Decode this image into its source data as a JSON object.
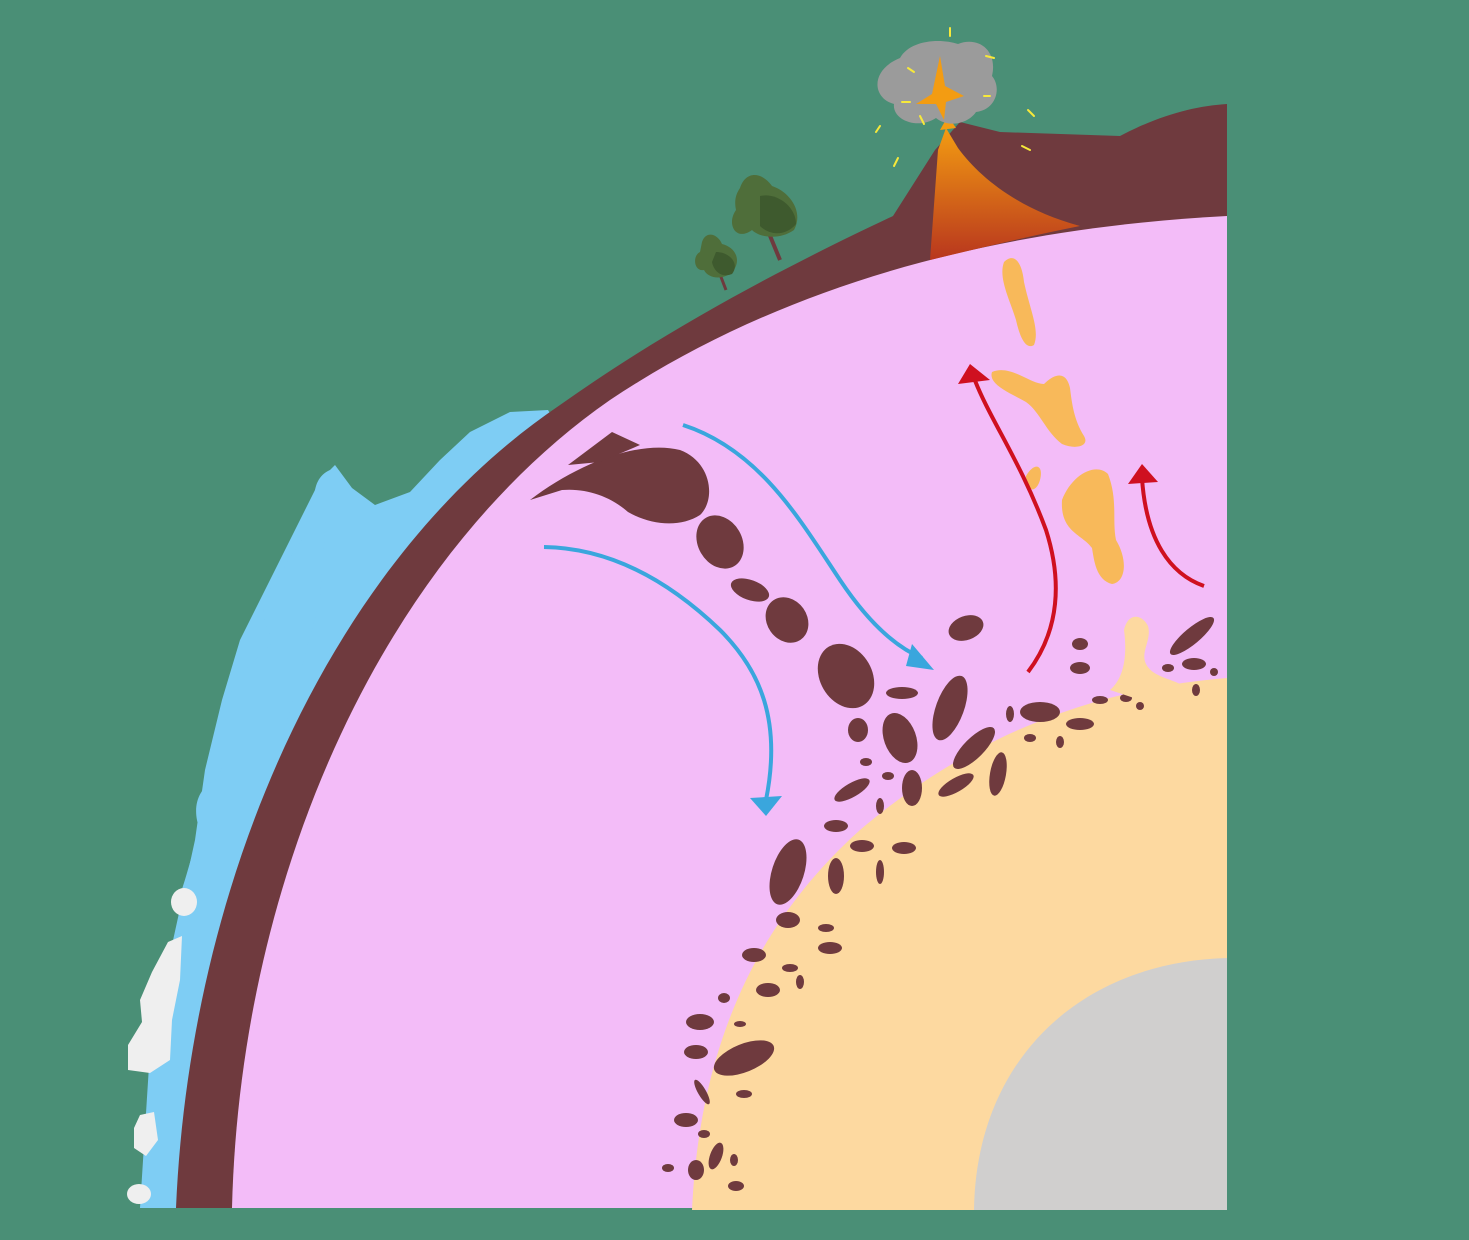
{
  "diagram": {
    "colors": {
      "background": "#4A8F76",
      "ocean": "#7ECDF4",
      "ice": "#EFEFEF",
      "crust": "#6F3A3E",
      "mantle": "#F3BCF8",
      "outer_core": "#FDD9A0",
      "inner_core": "#D0CFCE",
      "plume": "#F8B95A",
      "tree": "#4F6E3A",
      "tree_dark": "#3E5A2E",
      "trunk": "#6F3A3E",
      "lava_top": "#F39C12",
      "lava_bottom": "#B8361E",
      "ash_cloud": "#9B9B9B",
      "spark": "#F7E93A",
      "downwelling_arrow": "#3AA6DD",
      "upwelling_arrow": "#CF1020"
    },
    "icons": [
      "volcano-icon",
      "ash-cloud-icon",
      "tree-icon",
      "arrow-down-icon",
      "arrow-up-icon"
    ],
    "layers": [
      "ocean",
      "ice",
      "crust",
      "mantle",
      "outer_core",
      "inner_core"
    ]
  }
}
